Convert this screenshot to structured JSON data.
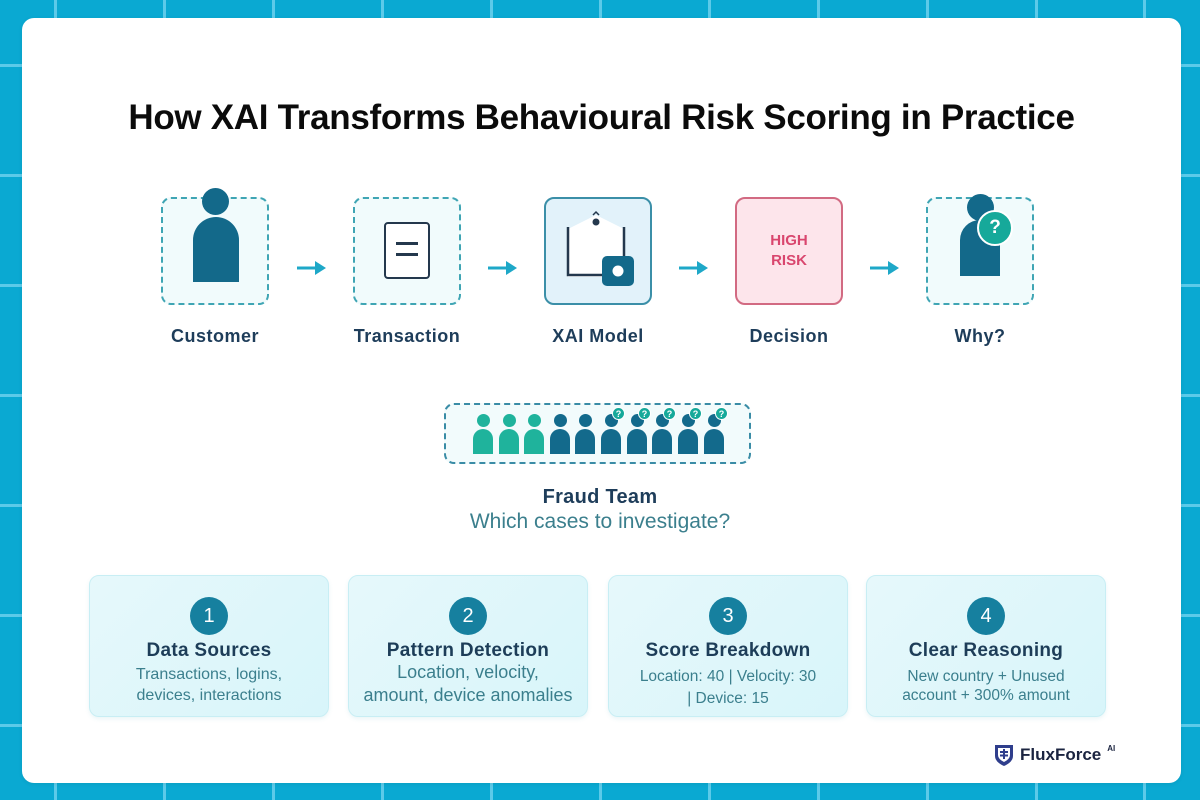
{
  "title": "How XAI Transforms Behavioural Risk Scoring in Practice",
  "flow": {
    "steps": [
      {
        "label": "Customer",
        "icon": "person-icon"
      },
      {
        "label": "Transaction",
        "icon": "document-icon"
      },
      {
        "label": "XAI Model",
        "icon": "model-icon"
      },
      {
        "label": "Decision",
        "icon": "risk-badge",
        "badge_line1": "HIGH",
        "badge_line2": "RISK"
      },
      {
        "label": "Why?",
        "icon": "person-question-icon",
        "question_mark": "?"
      }
    ],
    "arrow_color": "#1ea8c8"
  },
  "team": {
    "title": "Fraud Team",
    "subtitle": "Which cases to investigate?",
    "members_total": 10,
    "members_teal": 3,
    "members_with_question": 5,
    "question_mark": "?"
  },
  "cards": [
    {
      "number": "1",
      "title": "Data Sources",
      "desc_line1": "Transactions, logins,",
      "desc_line2": "devices, interactions"
    },
    {
      "number": "2",
      "title": "Pattern Detection",
      "desc_line1": "Location, velocity,",
      "desc_line2": "amount, device anomalies"
    },
    {
      "number": "3",
      "title": "Score Breakdown",
      "desc_line1": "Location: 40 | Velocity: 30",
      "desc_line2": "| Device: 15"
    },
    {
      "number": "4",
      "title": "Clear Reasoning",
      "desc_line1": "New country + Unused",
      "desc_line2": "account + 300% amount"
    }
  ],
  "logo": {
    "name": "FluxForce",
    "superscript": "AI"
  },
  "colors": {
    "background": "#0aa9d2",
    "primary_dark": "#13698a",
    "teal": "#1fb39c",
    "risk": "#d9466e",
    "heading": "#1e3d5a"
  }
}
